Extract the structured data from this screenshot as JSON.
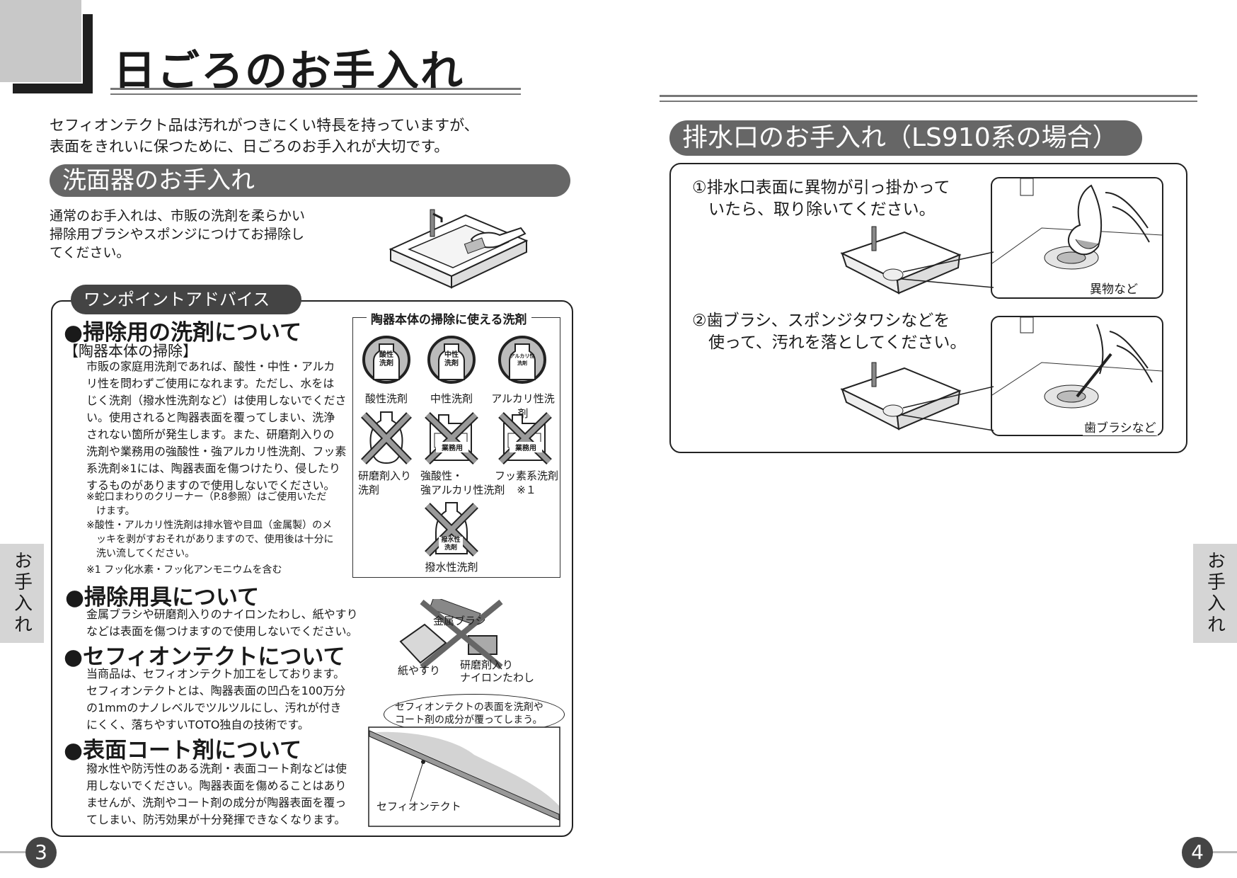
{
  "page_title": "日ごろのお手入れ",
  "intro": "セフィオンテクト品は汚れがつきにくい特長を持っていますが、\n表面をきれいに保つために、日ごろのお手入れが大切です。",
  "sink_section": {
    "heading": "洗面器のお手入れ",
    "body": "通常のお手入れは、市販の洗剤を柔らかい\n掃除用ブラシやスポンジにつけてお掃除し\nてください。"
  },
  "advice": {
    "label": "ワンポイントアドバイス",
    "detergent": {
      "heading": "●掃除用の洗剤について",
      "subheading": "【陶器本体の掃除】",
      "body": "市販の家庭用洗剤であれば、酸性・中性・アルカ\nリ性を問わずご使用になれます。ただし、水をは\nじく洗剤（撥水性洗剤など）は使用しないでくださ\nい。使用されると陶器表面を覆ってしまい、洗浄\nされない箇所が発生します。また、研磨剤入りの\n洗剤や業務用の強酸性・強アルカリ性洗剤、フッ素\n系洗剤※1には、陶器表面を傷つけたり、侵したり\nするものがありますので使用しないでください。",
      "note1": "※蛇口まわりのクリーナー（P.8参照）はご使用いただ\n　けます。",
      "note2": "※酸性・アルカリ性洗剤は排水管や目皿（金属製）のメ\n　ッキを剥がすおそれがありますので、使用後は十分に\n　洗い流してください。",
      "note3": "※1 フッ化水素・フッ化アンモニウムを含む"
    },
    "tools": {
      "heading": "●掃除用具について",
      "body": "金属ブラシや研磨剤入りのナイロンたわし、紙やすり\nなどは表面を傷つけますので使用しないでください。"
    },
    "ceftect": {
      "heading": "●セフィオンテクトについて",
      "body": "当商品は、セフィオンテクト加工をしております。\nセフィオンテクトとは、陶器表面の凹凸を100万分\nの1mmのナノレベルでツルツルにし、汚れが付き\nにくく、落ちやすいTOTO独自の技術です。"
    },
    "coating": {
      "heading": "●表面コート剤について",
      "body": "撥水性や防汚性のある洗剤・表面コート剤などは使\n用しないでください。陶器表面を傷めることはあり\nませんが、洗剤やコート剤の成分が陶器表面を覆っ\nてしまい、防汚効果が十分発揮できなくなります。"
    }
  },
  "detergent_panel": {
    "title": "陶器本体の掃除に使える洗剤",
    "ok": [
      {
        "bottle": "酸性\n洗剤",
        "label": "酸性洗剤"
      },
      {
        "bottle": "中性\n洗剤",
        "label": "中性洗剤"
      },
      {
        "bottle": "アルカリ性\n洗剤",
        "label": "アルカリ性洗剤"
      }
    ],
    "ng": [
      {
        "bottle": "",
        "label": "研磨剤入り\n洗剤"
      },
      {
        "bottle": "業務用",
        "label": "強酸性・\n強アルカリ性洗剤"
      },
      {
        "bottle": "業務用",
        "label": "フッ素系洗剤\n※１"
      },
      {
        "bottle": "撥水性\n洗剤",
        "label": "撥水性洗剤"
      }
    ]
  },
  "tools_illustration": {
    "metal_brush": "金属ブラシ",
    "sandpaper": "紙やすり",
    "nylon_scrubber": "研磨剤入り\nナイロンたわし"
  },
  "coating_illustration": {
    "bubble": "セフィオンテクトの表面を洗剤や\nコート剤の成分が覆ってしまう。",
    "layer_label": "セフィオンテクト"
  },
  "drain_section": {
    "heading": "排水口のお手入れ（LS910系の場合）",
    "step1": "①排水口表面に異物が引っ掛かって\n　いたら、取り除いてください。",
    "step1_label": "異物など",
    "step2": "②歯ブラシ、スポンジタワシなどを\n　使って、汚れを落としてください。",
    "step2_label": "歯ブラシなど"
  },
  "side_tab": "お手入れ",
  "page_numbers": {
    "left": "3",
    "right": "4"
  }
}
